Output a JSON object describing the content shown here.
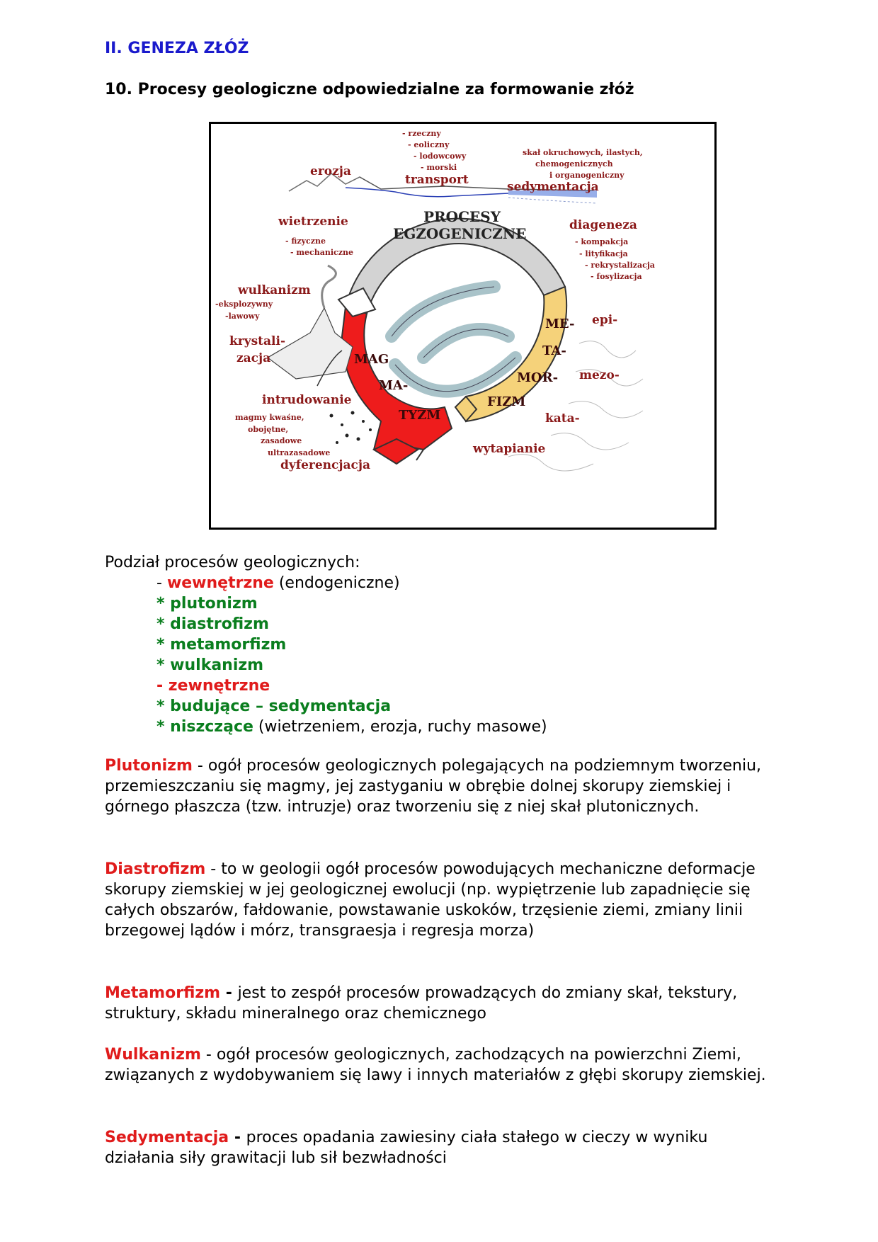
{
  "section_title": "II. GENEZA ZŁÓŻ",
  "subsection_title": "10. Procesy geologiczne odpowiedzialne za formowanie złóż",
  "diagram": {
    "center_title_line1": "PROCESY",
    "center_title_line2": "EGZOGENICZNE",
    "transport_list": [
      "- rzeczny",
      "- eoliczny",
      "- lodowcowy",
      "- morski"
    ],
    "transport": "transport",
    "erozja": "erozja",
    "sedymentacja_list": [
      "skał okruchowych, ilastych,",
      "chemogenicznych",
      "i organogeniczny"
    ],
    "sedymentacja": "sedymentacja",
    "wietrzenie": "wietrzenie",
    "wietrzenie_list": [
      "- fizyczne",
      "- mechaniczne"
    ],
    "diageneza": "diageneza",
    "diageneza_list": [
      "- kompakcja",
      "- lityfikacja",
      "- rekrystalizacja",
      "- fosylizacja"
    ],
    "wulkanizm": "wulkanizm",
    "wulkanizm_list": [
      "-eksplozywny",
      "-lawowy"
    ],
    "krystalizacja_1": "krystali-",
    "krystalizacja_2": "zacja",
    "intrudowanie": "intrudowanie",
    "magmy_list": [
      "magmy kwaśne,",
      "obojętne,",
      "zasadowe",
      "ultrazasadowe"
    ],
    "dyferencjacja": "dyferencjacja",
    "magmatyzm": [
      "MAG",
      "MA-",
      "TYZM"
    ],
    "metamorfizm": [
      "ME-",
      "TA-",
      "MOR-",
      "FIZM"
    ],
    "epi": "epi-",
    "mezo": "mezo-",
    "kata": "kata-",
    "wytapianie": "wytapianie"
  },
  "list": {
    "intro": "Podział procesów geologicznych:",
    "item1_prefix": "- ",
    "item1_bold": "wewnętrzne",
    "item1_rest": " (endogeniczne)",
    "sub1": "* plutonizm",
    "sub2": "* diastrofizm",
    "sub3": "* metamorfizm",
    "sub4": "* wulkanizm",
    "item2": "- zewnętrzne",
    "sub5": "* budujące – sedymentacja",
    "sub6_bold": "* niszczące",
    "sub6_rest": " (wietrzeniem, erozja, ruchy masowe)"
  },
  "definitions": [
    {
      "term": "Plutonizm",
      "sep": " - ",
      "text": "ogół procesów geologicznych polegających na podziemnym tworzeniu, przemieszczaniu się magmy, jej zastyganiu w obrębie dolnej skorupy ziemskiej i górnego płaszcza (tzw. intruzje) oraz tworzeniu się z niej skał plutonicznych."
    },
    {
      "term": "Diastrofizm",
      "sep": " - ",
      "text": "to w geologii ogół procesów powodujących mechaniczne deformacje skorupy ziemskiej w jej geologicznej ewolucji (np. wypiętrzenie lub zapadnięcie się całych obszarów, fałdowanie, powstawanie uskoków, trzęsienie ziemi, zmiany linii brzegowej lądów i mórz, transgraesja i regresja morza)"
    },
    {
      "term": "Metamorfizm",
      "sep": " - ",
      "text": "jest to zespół procesów prowadzących do zmiany skał, tekstury, struktury, składu mineralnego oraz chemicznego"
    },
    {
      "term": "Wulkanizm",
      "sep": " - ",
      "text": "ogół procesów geologicznych, zachodzących na powierzchni Ziemi, związanych z wydobywaniem się lawy i innych materiałów z głębi skorupy ziemskiej."
    },
    {
      "term": "Sedymentacja",
      "sep": " - ",
      "text": "proces opadania zawiesiny ciała stałego w cieczy w wyniku działania siły grawitacji lub sił bezwładności"
    }
  ]
}
